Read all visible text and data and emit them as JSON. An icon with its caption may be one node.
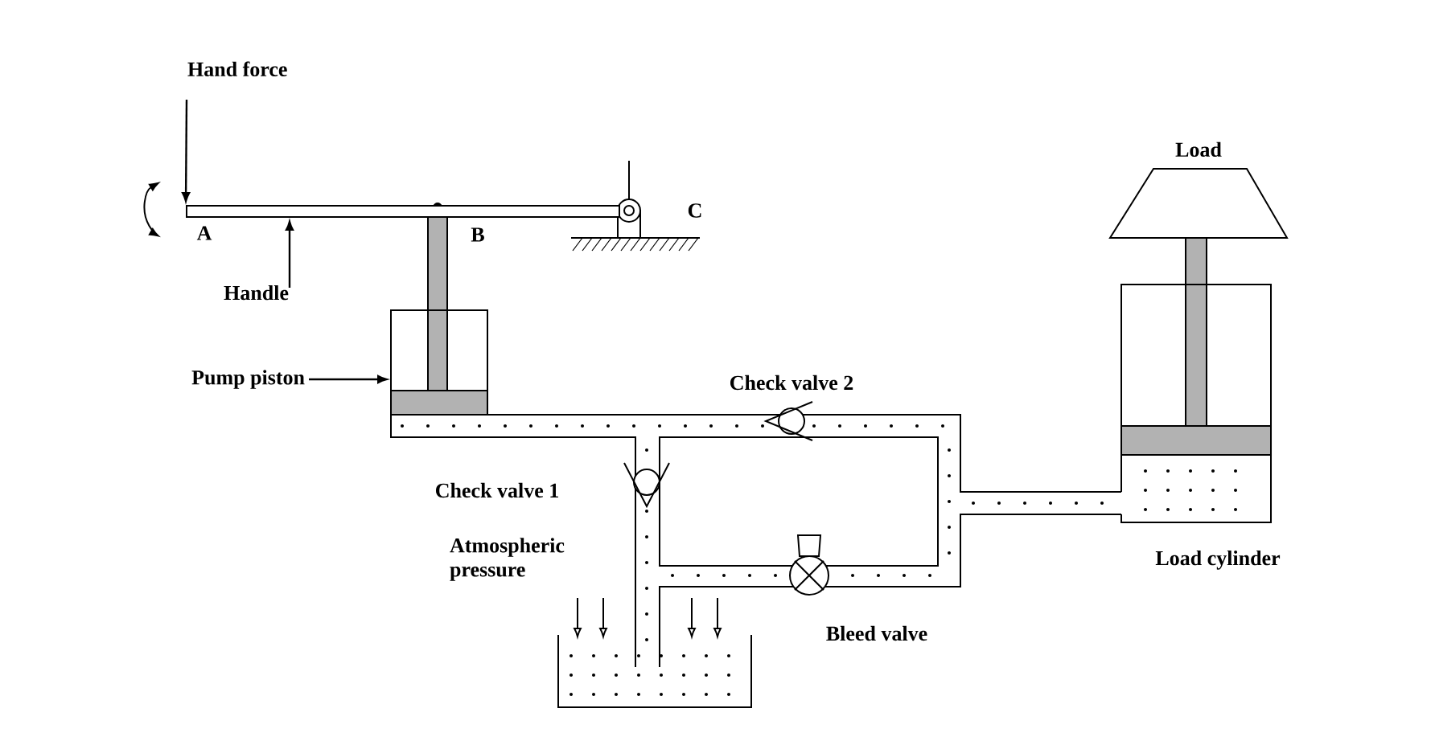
{
  "diagram": {
    "nodes": [
      {
        "text": [
          "Hand force"
        ]
      },
      {
        "text": [
          "Handle"
        ]
      },
      {
        "text": [],
        "shape": "bar"
      },
      {
        "text": [
          "Pump piston"
        ]
      },
      {
        "text": [],
        "shape": "cylinder"
      },
      {
        "text": [
          "Load"
        ]
      },
      {
        "text": [
          "Load cylinder"
        ]
      }
    ],
    "edges": [
      {
        "from": 0,
        "to": 2,
        "arrow": "to"
      },
      {
        "from": 1,
        "to": 2,
        "arrow": "to"
      },
      {
        "from": 3,
        "to": 4,
        "arrow": "to"
      }
    ],
    "labels": [
      "A",
      "B",
      "C",
      "Check valve 2",
      "Check valve 1",
      "Atmospheric pressure",
      "Bleed valve"
    ]
  }
}
